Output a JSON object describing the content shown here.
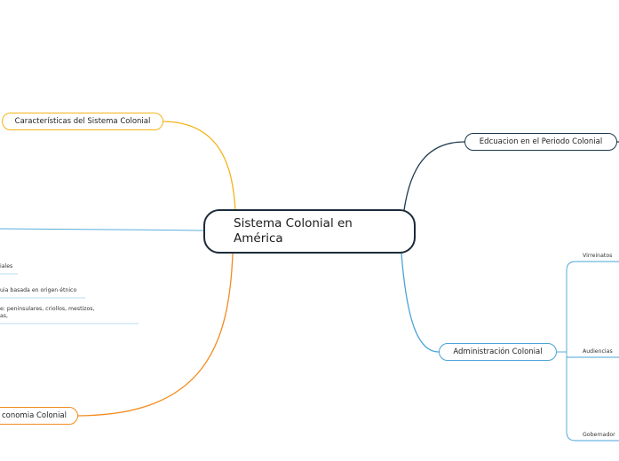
{
  "central": {
    "title": "Sistema Colonial en América"
  },
  "topics": {
    "caracteristicas": "Características del Sistema Colonial",
    "educacion": "Edcuacion en el Periodo Colonial",
    "administracion": "Administración Colonial",
    "economia": "conomia Colonial"
  },
  "left_leaves": {
    "leaf1": "iales",
    "leaf2": "uia basada en origen étnico",
    "leaf3_line1": "e: peninsulares, criollos, mestizos,",
    "leaf3_line2": "as,"
  },
  "admin_children": {
    "virreinatos": "Virreinatos",
    "audiencias": "Audiencias",
    "gobernador": "Gobernador"
  },
  "colors": {
    "central_border": "#1c2b3a",
    "caracteristicas": "#f4b41a",
    "educacion": "#1c3a4e",
    "administracion": "#4aa3d8",
    "economia": "#f28c1e",
    "left_branch": "#5aaedc"
  }
}
